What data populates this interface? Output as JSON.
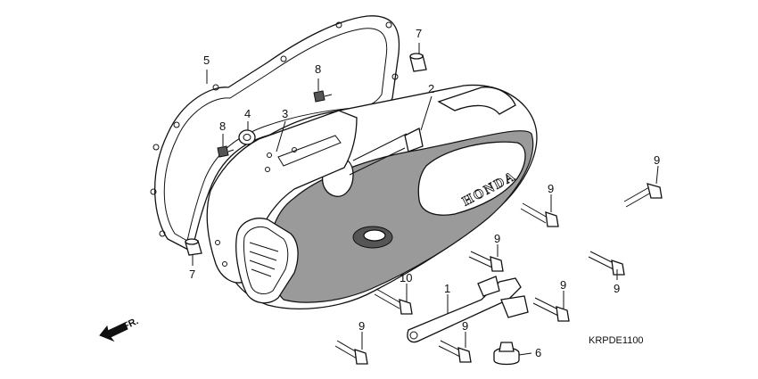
{
  "diagram": {
    "code": "KRPDE1100",
    "front_label": "FR.",
    "brand": "HONDA",
    "callouts": {
      "c5": "5",
      "c7a": "7",
      "c8a": "8",
      "c2": "2",
      "c4": "4",
      "c3": "3",
      "c8b": "8",
      "c9a": "9",
      "c9b": "9",
      "c9c": "9",
      "c9d": "9",
      "c9e": "9",
      "c9f": "9",
      "c9g": "9",
      "c7b": "7",
      "c10": "10",
      "c1": "1",
      "c6": "6"
    }
  }
}
